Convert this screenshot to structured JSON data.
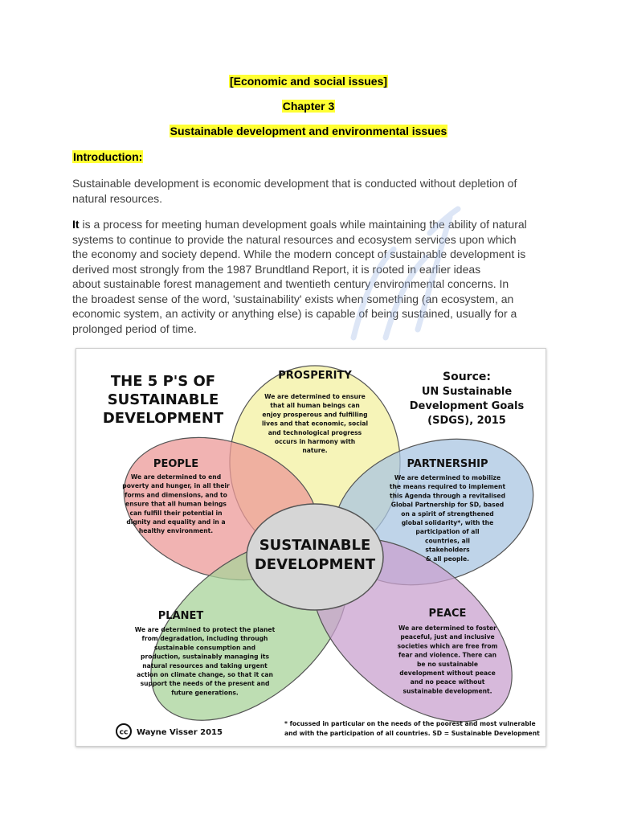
{
  "header": {
    "issues": "[Economic and social issues]",
    "chapter": "Chapter 3",
    "title": "Sustainable development and environmental issues"
  },
  "intro_heading": "Introduction:",
  "paragraph1": [
    "Sustainable development is economic development that is conducted without depletion of",
    "natural resources."
  ],
  "paragraph2": {
    "lead": "It",
    "lines": [
      " is a process for meeting human development goals while maintaining the ability of natural",
      "systems to continue to provide the natural resources and ecosystem services upon which",
      "the economy and society depend.  While the modern concept of sustainable development is",
      "derived most strongly from the 1987 Brundtland Report, it is rooted in earlier ideas",
      "about sustainable forest management and twentieth century environmental concerns. In",
      "the broadest sense of the word, 'sustainability' exists when something (an ecosystem, an",
      "economic system, an activity or anything else) is capable of being sustained, usually for a",
      "prolonged period of time."
    ]
  },
  "figure": {
    "title_lines": [
      "THE 5 P'S OF",
      "SUSTAINABLE",
      "DEVELOPMENT"
    ],
    "source_lines": [
      "Source:",
      "UN Sustainable",
      "Development Goals",
      "(SDGS), 2015"
    ],
    "center_lines": [
      "SUSTAINABLE",
      "DEVELOPMENT"
    ],
    "petals": {
      "prosperity": {
        "label": "PROSPERITY",
        "color": "#f3f0a0",
        "text": [
          "We are determined to ensure",
          "that all human beings can",
          "enjoy prosperous and fulfilling",
          "lives and that economic, social",
          "and technological progress",
          "occurs in harmony with",
          "nature."
        ]
      },
      "people": {
        "label": "PEOPLE",
        "color": "#ec9a98",
        "text": [
          "We are determined to end",
          "poverty and hunger, in all their",
          "forms and dimensions, and to",
          "ensure that all human beings",
          "can fulfill their potential in",
          "dignity and equality and in a",
          "healthy environment."
        ]
      },
      "partnership": {
        "label": "PARTNERSHIP",
        "color": "#a9c6e2",
        "text": [
          "We are determined to mobilize",
          "the means required to implement",
          "this Agenda through a revitalised",
          "Global Partnership for SD, based",
          "on a spirit of strengthened",
          "global solidarity*, with the",
          "participation of all",
          "countries, all",
          "stakeholders",
          "& all people."
        ]
      },
      "planet": {
        "label": "PLANET",
        "color": "#a8d39a",
        "text": [
          "We are determined to protect the planet",
          "from degradation, including through",
          "sustainable consumption and",
          "production, sustainably managing its",
          "natural resources and taking urgent",
          "action on climate change, so that it can",
          "support the needs of the present and",
          "future generations."
        ]
      },
      "peace": {
        "label": "PEACE",
        "color": "#c9a2cf",
        "text": [
          "We are determined to foster",
          "peaceful, just and inclusive",
          "societies which are free from",
          "fear and violence. There can",
          "be no sustainable",
          "development without peace",
          "and no peace without",
          "sustainable development."
        ]
      }
    },
    "author": "Wayne Visser 2015",
    "cc_badge": "cc",
    "footnote_lines": [
      "* focussed in particular on the needs of the poorest and most vulnerable",
      "and with the participation of all countries. SD = Sustainable Development"
    ]
  }
}
